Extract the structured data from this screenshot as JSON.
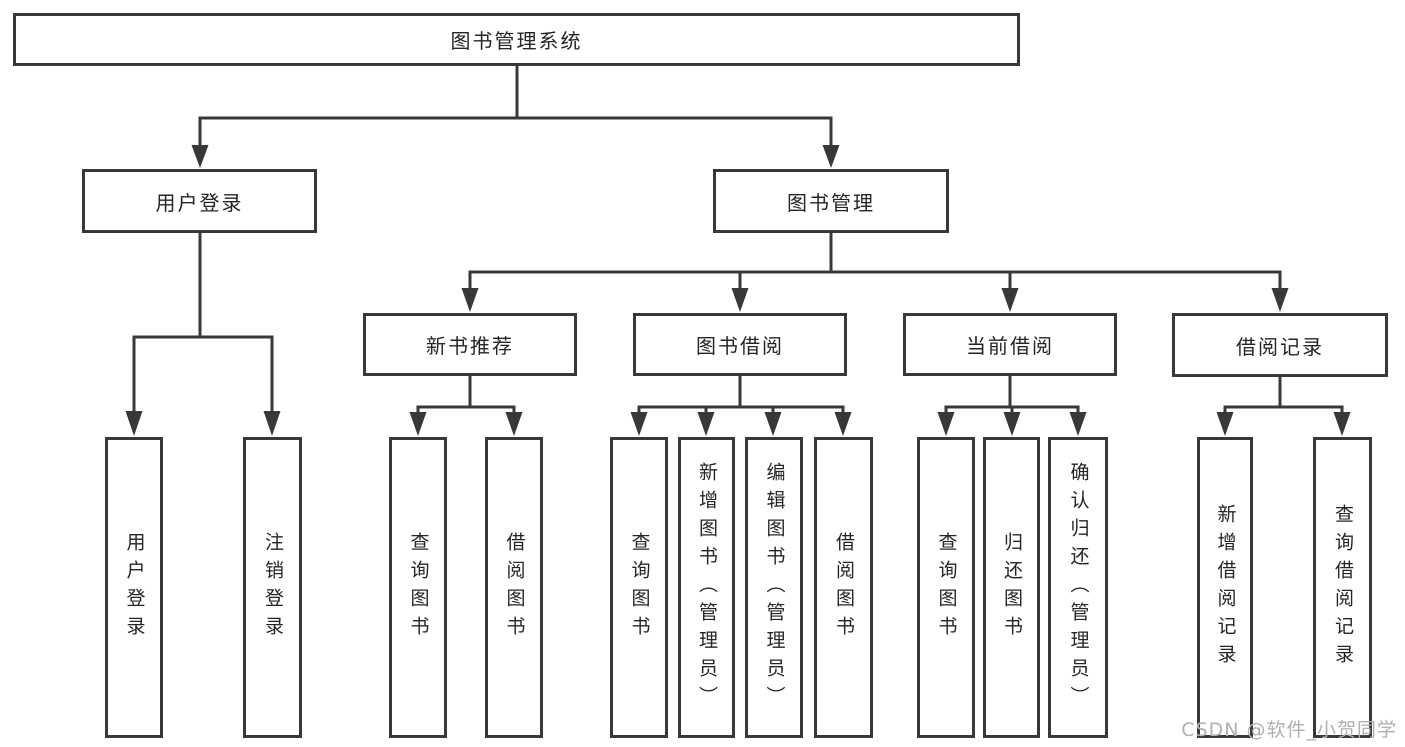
{
  "colors": {
    "line": "#383838",
    "text": "#252525",
    "background": "#ffffff",
    "watermark": "#b0b0b0"
  },
  "tree": {
    "label": "图书管理系统",
    "children": [
      {
        "label": "用户登录",
        "children": [
          {
            "label": "用户登录"
          },
          {
            "label": "注销登录"
          }
        ]
      },
      {
        "label": "图书管理",
        "children": [
          {
            "label": "新书推荐",
            "children": [
              {
                "label": "查询图书"
              },
              {
                "label": "借阅图书"
              }
            ]
          },
          {
            "label": "图书借阅",
            "children": [
              {
                "label": "查询图书"
              },
              {
                "label": "新增图书（管理员）"
              },
              {
                "label": "编辑图书（管理员）"
              },
              {
                "label": "借阅图书"
              }
            ]
          },
          {
            "label": "当前借阅",
            "children": [
              {
                "label": "查询图书"
              },
              {
                "label": "归还图书"
              },
              {
                "label": "确认归还（管理员）"
              }
            ]
          },
          {
            "label": "借阅记录",
            "children": [
              {
                "label": "新增借阅记录"
              },
              {
                "label": "查询借阅记录"
              }
            ]
          }
        ]
      }
    ]
  },
  "watermark": {
    "text": "CSDN @软件_小贺同学"
  }
}
